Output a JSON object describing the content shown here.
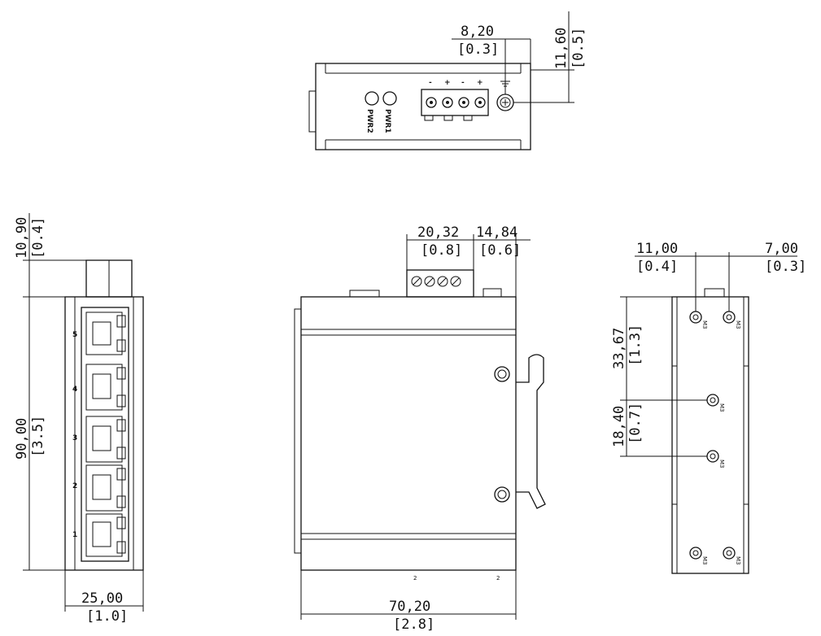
{
  "top_view": {
    "dim_width": "8,20",
    "dim_width_in": "[0.3]",
    "dim_height": "11,60",
    "dim_height_in": "[0.5]",
    "led_pwr1": "PWR1",
    "led_pwr2": "PWR2",
    "terminal_signs": [
      "-",
      "+",
      "-",
      "+"
    ]
  },
  "left_view": {
    "dim_top": "10,90",
    "dim_top_in": "[0.4]",
    "dim_height": "90,00",
    "dim_height_in": "[3.5]",
    "dim_width": "25,00",
    "dim_width_in": "[1.0]",
    "port_numbers": [
      "5",
      "4",
      "3",
      "2",
      "1"
    ]
  },
  "front_view": {
    "dim_connector": "20,32",
    "dim_connector_in": "[0.8]",
    "dim_offset": "14,84",
    "dim_offset_in": "[0.6]",
    "dim_depth": "70,20",
    "dim_depth_in": "[2.8]",
    "bottom_marks": [
      "2",
      "2"
    ]
  },
  "right_view": {
    "dim_hole_spacing": "11,00",
    "dim_hole_spacing_in": "[0.4]",
    "dim_edge_offset": "7,00",
    "dim_edge_offset_in": "[0.3]",
    "dim_vertical_1": "33,67",
    "dim_vertical_1_in": "[1.3]",
    "dim_vertical_2": "18,40",
    "dim_vertical_2_in": "[0.7]",
    "hole_label": "M3"
  }
}
